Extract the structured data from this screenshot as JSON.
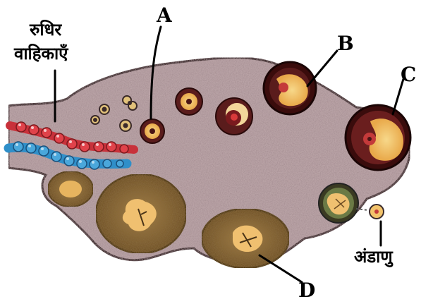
{
  "labels": {
    "blood_vessels_line1": "रुधिर",
    "blood_vessels_line2": "वाहिकाएँ",
    "A": "A",
    "B": "B",
    "C": "C",
    "D": "D",
    "ovum": "अंडाणु"
  },
  "colors": {
    "stroma": "#b9a3a6",
    "outline": "#3a2a2a",
    "artery": "#c8313a",
    "vein": "#2f8fc9",
    "follicle_dark": "#4a1414",
    "follicle_fill": "#f2c36b",
    "corpus_luteum": "#8a6a3a",
    "corpus_center": "#f0c070"
  }
}
